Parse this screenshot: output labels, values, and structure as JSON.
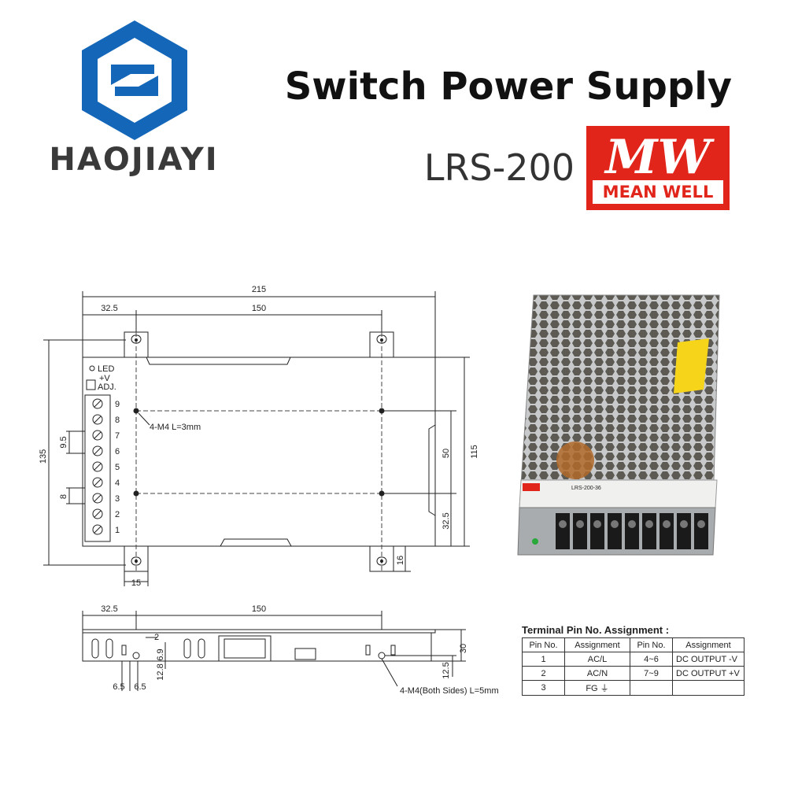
{
  "brand": {
    "name": "HAOJIAYI",
    "logo_icon": "hexagon-z-logo-icon",
    "logo_color": "#1466b8"
  },
  "product": {
    "title": "Switch Power Supply",
    "model": "LRS-200",
    "maker_logo": {
      "mark": "MW",
      "name": "MEAN WELL",
      "color": "#e1251b"
    }
  },
  "top_view": {
    "dimensions": {
      "overall_width": "215",
      "left_offset": "32.5",
      "hole_spacing": "150",
      "overall_height": "135",
      "inner_height": "115",
      "hole_v_spacing": "50",
      "hole_bottom": "32.5",
      "tab_height": "16",
      "tab_width": "15",
      "pin_pitch_small": "9.5",
      "pin_pitch_large": "8"
    },
    "annotation_holes": "4-M4 L=3mm",
    "led_label": "LED",
    "adj_label_v": "+V",
    "adj_label": "ADJ.",
    "terminal_numbers": [
      "9",
      "8",
      "7",
      "6",
      "5",
      "4",
      "3",
      "2",
      "1"
    ]
  },
  "side_view": {
    "dimensions": {
      "left_offset": "32.5",
      "hole_spacing": "150",
      "height": "30",
      "hole_height": "12.5",
      "slot_2": "2",
      "slot_69": "6.9",
      "slot_128": "12.8",
      "pitch_a": "6.5",
      "pitch_b": "6.5"
    },
    "annotation_holes": "4-M4(Both Sides) L=5mm"
  },
  "photo": {
    "label_model": "LRS-200-36",
    "terminal_count": 9,
    "colors": {
      "case": "#b9bcbf",
      "terminal": "#1a1a1a",
      "label": "#f0f0ee",
      "warning": "#f5d41a"
    }
  },
  "pin_assignment": {
    "title": "Terminal Pin No. Assignment :",
    "headers": [
      "Pin No.",
      "Assignment",
      "Pin No.",
      "Assignment"
    ],
    "rows": [
      [
        "1",
        "AC/L",
        "4~6",
        "DC OUTPUT -V"
      ],
      [
        "2",
        "AC/N",
        "7~9",
        "DC OUTPUT +V"
      ],
      [
        "3",
        "FG ⏚",
        "",
        ""
      ]
    ]
  }
}
